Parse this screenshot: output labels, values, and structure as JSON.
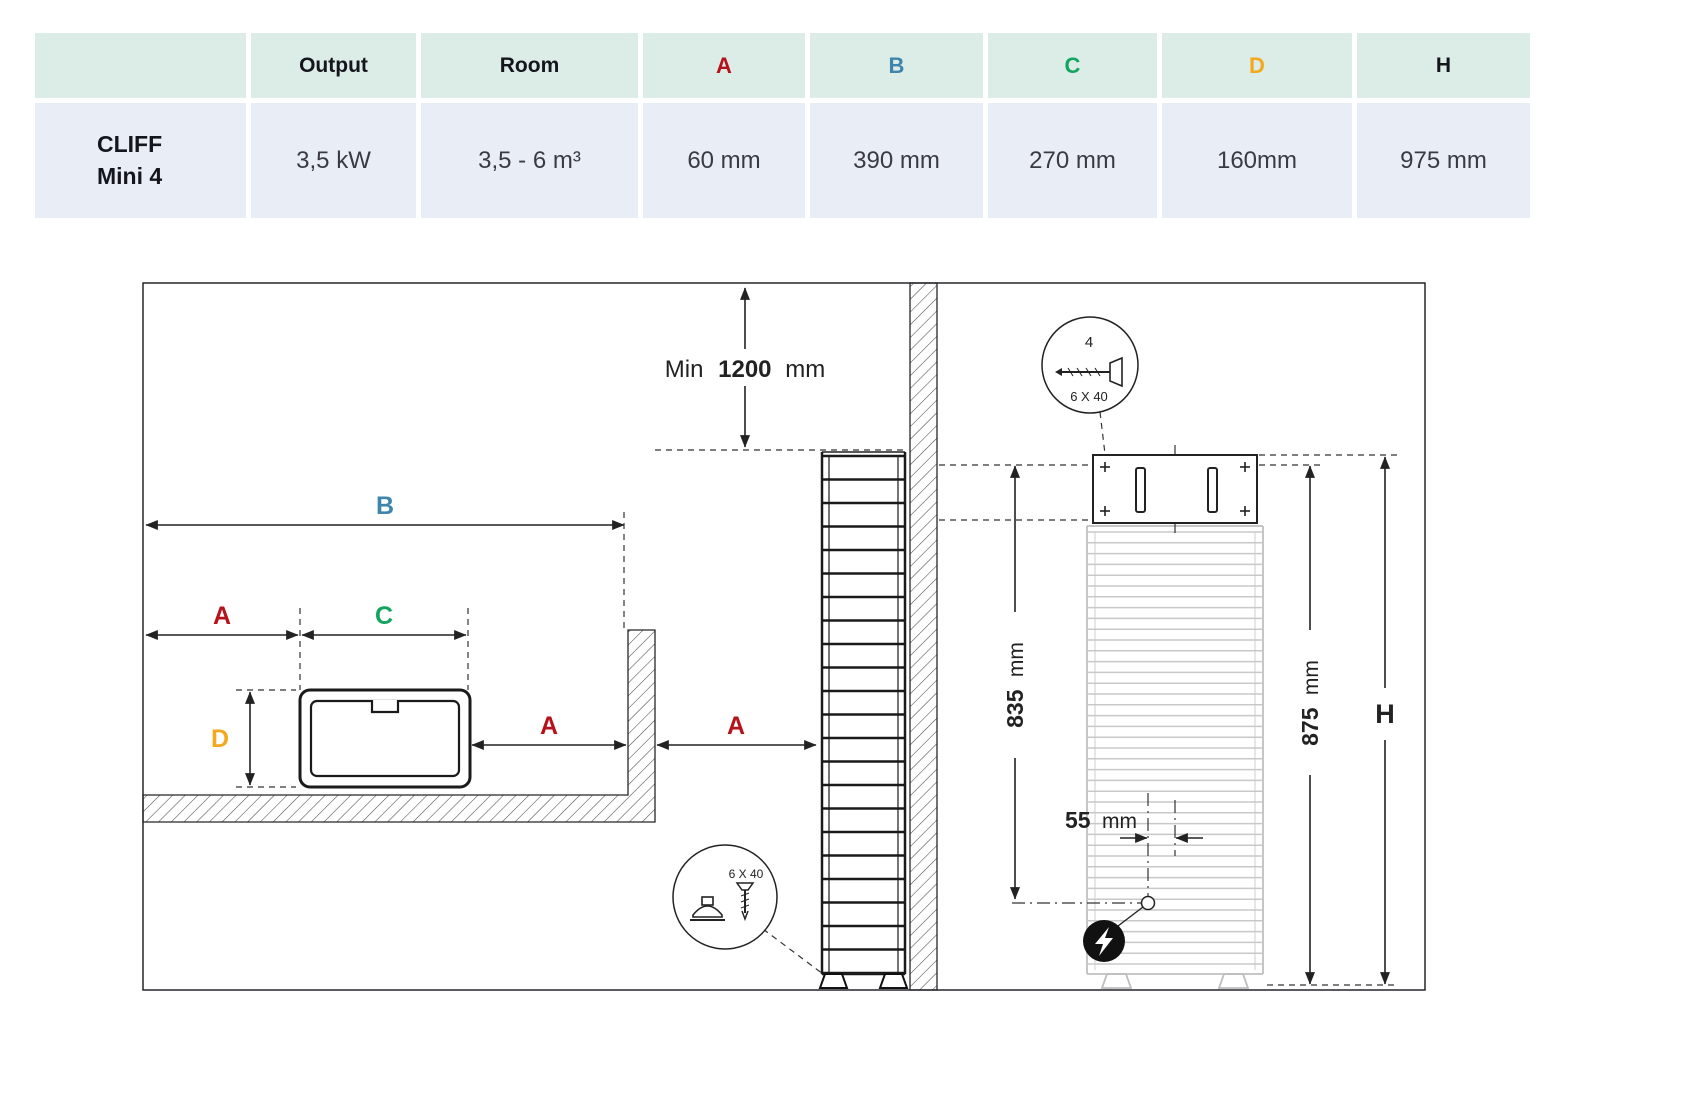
{
  "table": {
    "headers": {
      "output": "Output",
      "room": "Room",
      "a": "A",
      "b": "B",
      "c": "C",
      "d": "D",
      "h": "H"
    },
    "row": {
      "name_line1": "CLIFF",
      "name_line2": "Mini 4",
      "output": "3,5 kW",
      "room": "3,5 - 6 m³",
      "a": "60 mm",
      "b": "390 mm",
      "c": "270 mm",
      "d": "160mm",
      "h": "975 mm"
    }
  },
  "colors": {
    "a": "#b5121b",
    "b": "#3d85ad",
    "c": "#13a45e",
    "d": "#f3a81d",
    "header_bg": "#dcece7",
    "row_bg": "#e9eef6"
  },
  "diagram": {
    "min_clearance": {
      "prefix": "Min",
      "value": "1200",
      "unit": "mm"
    },
    "labels": {
      "a": "A",
      "b": "B",
      "c": "C",
      "d": "D",
      "h": "H"
    },
    "dims": {
      "d835": {
        "value": "835",
        "unit": "mm"
      },
      "d875": {
        "value": "875",
        "unit": "mm"
      },
      "d55": {
        "value": "55",
        "unit": "mm"
      }
    },
    "wall_screws": {
      "count": "4",
      "size": "6 X 40"
    },
    "floor_screw": {
      "size": "6 X 40"
    }
  }
}
